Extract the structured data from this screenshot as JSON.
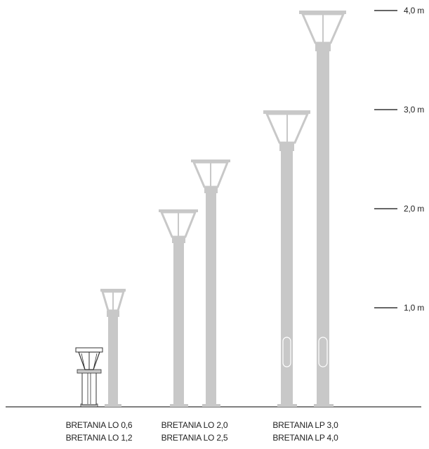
{
  "scale": {
    "unit": "m",
    "ticks": [
      {
        "value": 1.0,
        "label": "1,0 m"
      },
      {
        "value": 2.0,
        "label": "2,0 m"
      },
      {
        "value": 3.0,
        "label": "3,0 m"
      },
      {
        "value": 4.0,
        "label": "4,0 m"
      }
    ]
  },
  "groups": [
    {
      "labels": [
        "BRETANIA LO 0,6",
        "BRETANIA LO 1,2"
      ]
    },
    {
      "labels": [
        "BRETANIA LO 2,0",
        "BRETANIA LO 2,5"
      ]
    },
    {
      "labels": [
        "BRETANIA LP 3,0",
        "BRETANIA LP 4,0"
      ]
    }
  ],
  "products": [
    {
      "model": "BRETANIA LO 0,6",
      "height_m": 0.6,
      "style": "bollard"
    },
    {
      "model": "BRETANIA LO 1,2",
      "height_m": 1.2,
      "style": "post"
    },
    {
      "model": "BRETANIA LO 2,0",
      "height_m": 2.0,
      "style": "post"
    },
    {
      "model": "BRETANIA LO 2,5",
      "height_m": 2.5,
      "style": "post"
    },
    {
      "model": "BRETANIA LP 3,0",
      "height_m": 3.0,
      "style": "pole"
    },
    {
      "model": "BRETANIA LP 4,0",
      "height_m": 4.0,
      "style": "pole"
    }
  ],
  "colors": {
    "pole_fill": "#c8c8c8",
    "outline": "#333333",
    "ground": "#333333",
    "text": "#222222"
  }
}
